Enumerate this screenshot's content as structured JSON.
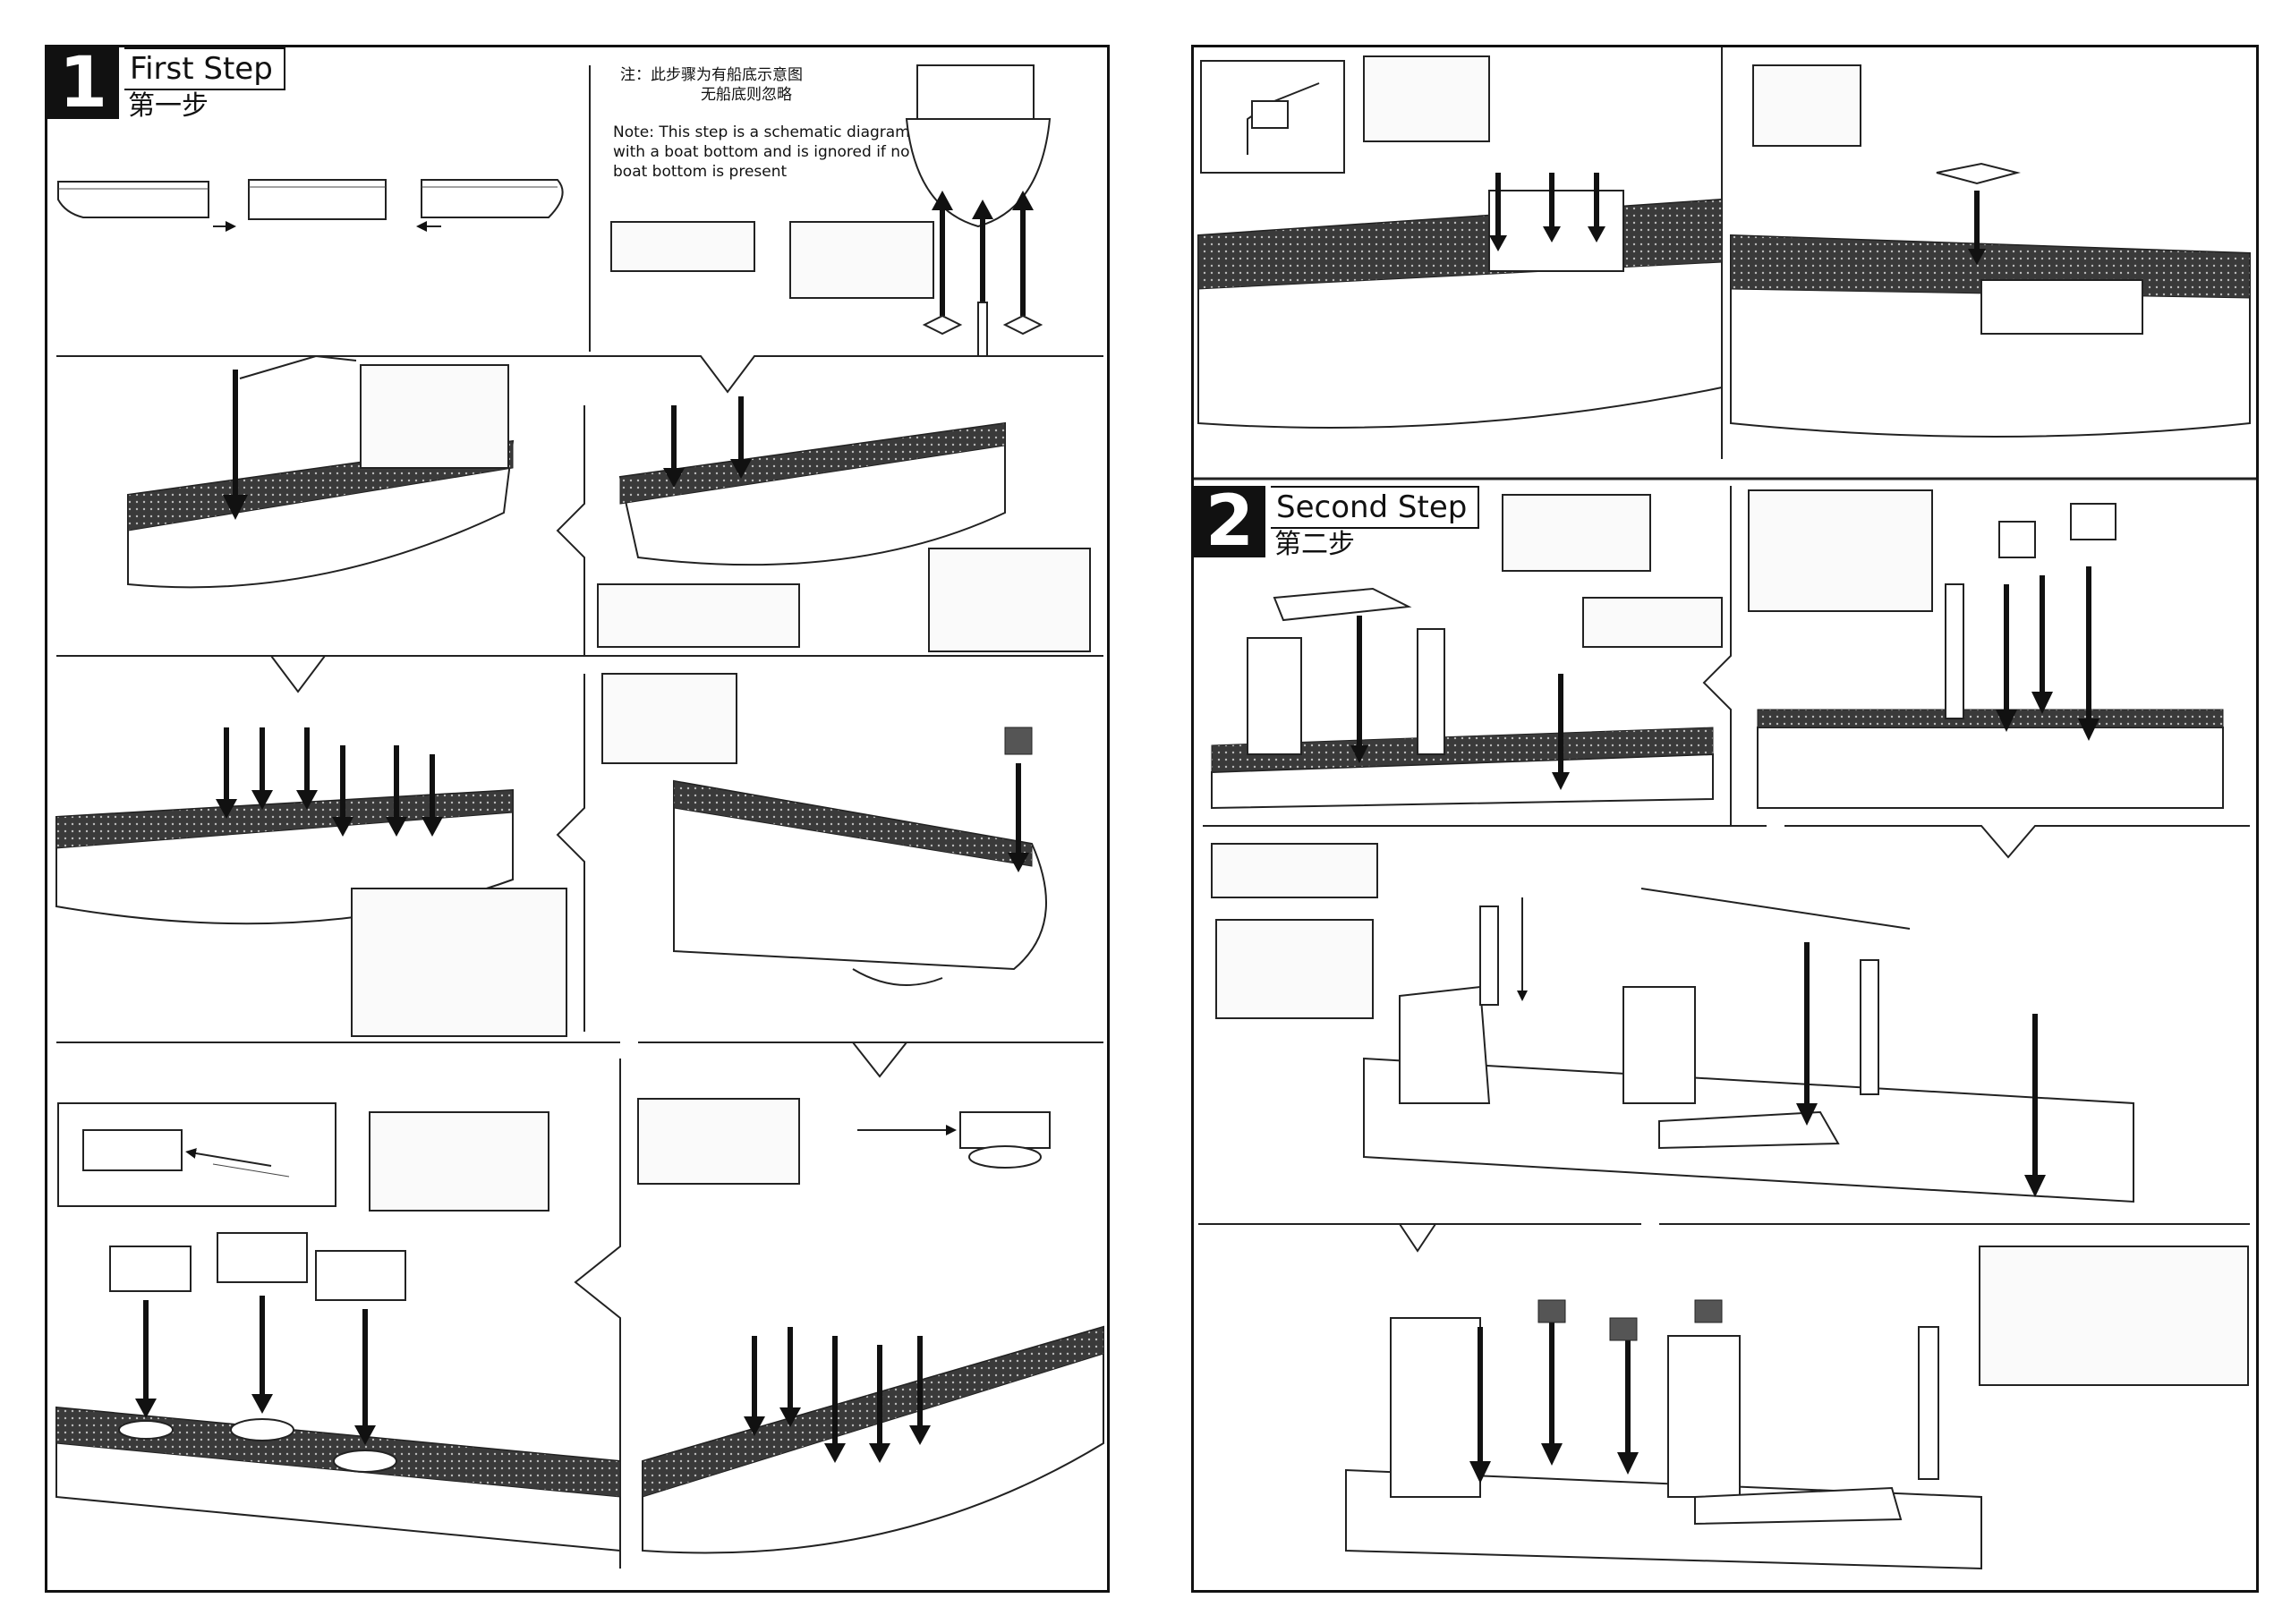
{
  "step1": {
    "number": "1",
    "title_en": "First Step",
    "title_cn": "第一步",
    "note_cn_line1": "注：此步骤为有船底示意图",
    "note_cn_line2": "无船底则忽略",
    "note_en_line1": "Note: This step is a schematic diagram",
    "note_en_line2": "with a boat bottom and is ignored if no",
    "note_en_line3": "boat bottom is present"
  },
  "step2": {
    "number": "2",
    "title_en": "Second Step",
    "title_cn": "第二步"
  },
  "icons": [
    "arrow-down-icon",
    "arrow-right-icon",
    "arrow-left-icon",
    "photo-etch-sheet-icon",
    "ship-hull-icon",
    "gun-turret-icon"
  ],
  "colors": {
    "ink": "#111111",
    "deck": "#3a3a3a",
    "paper": "#ffffff"
  }
}
